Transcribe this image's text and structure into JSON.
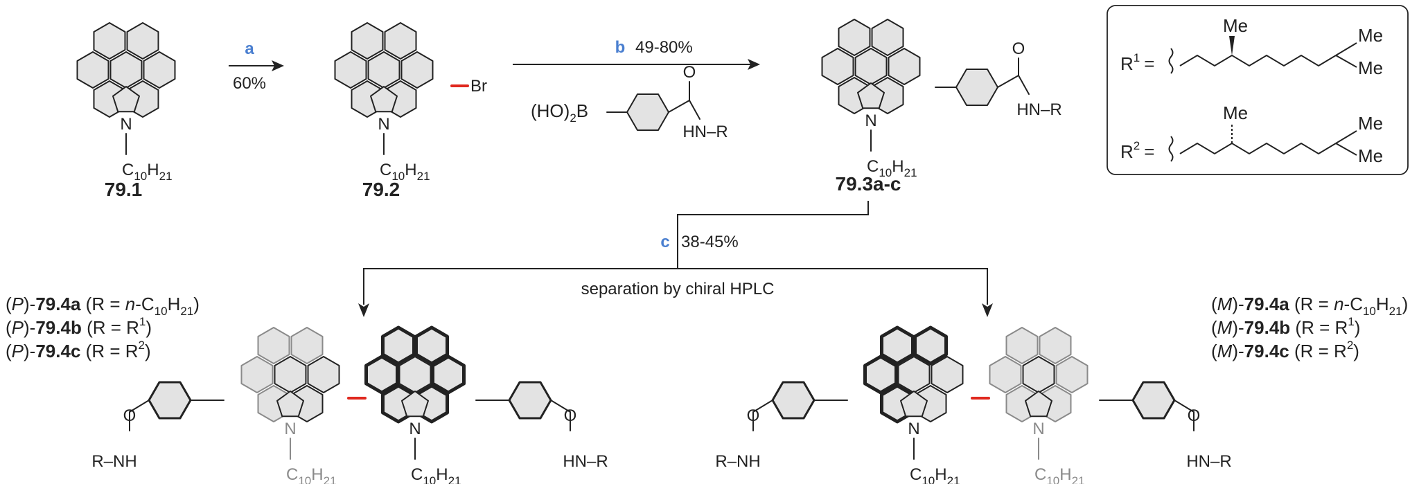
{
  "reagent_steps": {
    "a": {
      "letter": "a",
      "yield": "60%"
    },
    "b": {
      "letter": "b",
      "yield": "49-80%"
    },
    "c": {
      "letter": "c",
      "yield": "38-45%",
      "note": "separation by chiral HPLC"
    }
  },
  "compounds": {
    "c791": "79.1",
    "c792": "79.2",
    "c793": "79.3a-c"
  },
  "atoms": {
    "N": "N",
    "Br": "Br",
    "alkyl_C": "C",
    "alkyl_sub1": "10",
    "alkyl_H": "H",
    "alkyl_sub2": "21",
    "boronic_prefix": "(HO)",
    "boronic_sub": "2",
    "boronic_B": "B",
    "O": "O",
    "amide_HN": "HN",
    "amide_NH": "NH",
    "R": "R",
    "Me": "Me"
  },
  "r_group_box": {
    "r1_label": "R",
    "r1_sup": "1",
    "r2_label": "R",
    "r2_sup": "2",
    "equals": "="
  },
  "product_labels": {
    "P": [
      {
        "config": "P",
        "id": "79.4a",
        "r_prefix": "(R = ",
        "r_italic": "n",
        "r_main": "-C",
        "r_sub1": "10",
        "r_h": "H",
        "r_sub2": "21",
        "r_sup": "",
        "r_close": ")"
      },
      {
        "config": "P",
        "id": "79.4b",
        "r_prefix": "(R = R",
        "r_italic": "",
        "r_main": "",
        "r_sub1": "",
        "r_h": "",
        "r_sub2": "",
        "r_sup": "1",
        "r_close": ")"
      },
      {
        "config": "P",
        "id": "79.4c",
        "r_prefix": "(R = R",
        "r_italic": "",
        "r_main": "",
        "r_sub1": "",
        "r_h": "",
        "r_sub2": "",
        "r_sup": "2",
        "r_close": ")"
      }
    ],
    "M": [
      {
        "config": "M",
        "id": "79.4a",
        "r_prefix": "(R = ",
        "r_italic": "n",
        "r_main": "-C",
        "r_sub1": "10",
        "r_h": "H",
        "r_sub2": "21",
        "r_sup": "",
        "r_close": ")"
      },
      {
        "config": "M",
        "id": "79.4b",
        "r_prefix": "(R = R",
        "r_italic": "",
        "r_main": "",
        "r_sub1": "",
        "r_h": "",
        "r_sub2": "",
        "r_sup": "1",
        "r_close": ")"
      },
      {
        "config": "M",
        "id": "79.4c",
        "r_prefix": "(R = R",
        "r_italic": "",
        "r_main": "",
        "r_sub1": "",
        "r_h": "",
        "r_sub2": "",
        "r_sup": "2",
        "r_close": ")"
      }
    ]
  },
  "colors": {
    "ink": "#222222",
    "grey_bond": "#8a8a8a",
    "ring_fill": "#e3e3e3",
    "new_bond": "#e0281e",
    "step_letter": "#4a7fd0"
  }
}
